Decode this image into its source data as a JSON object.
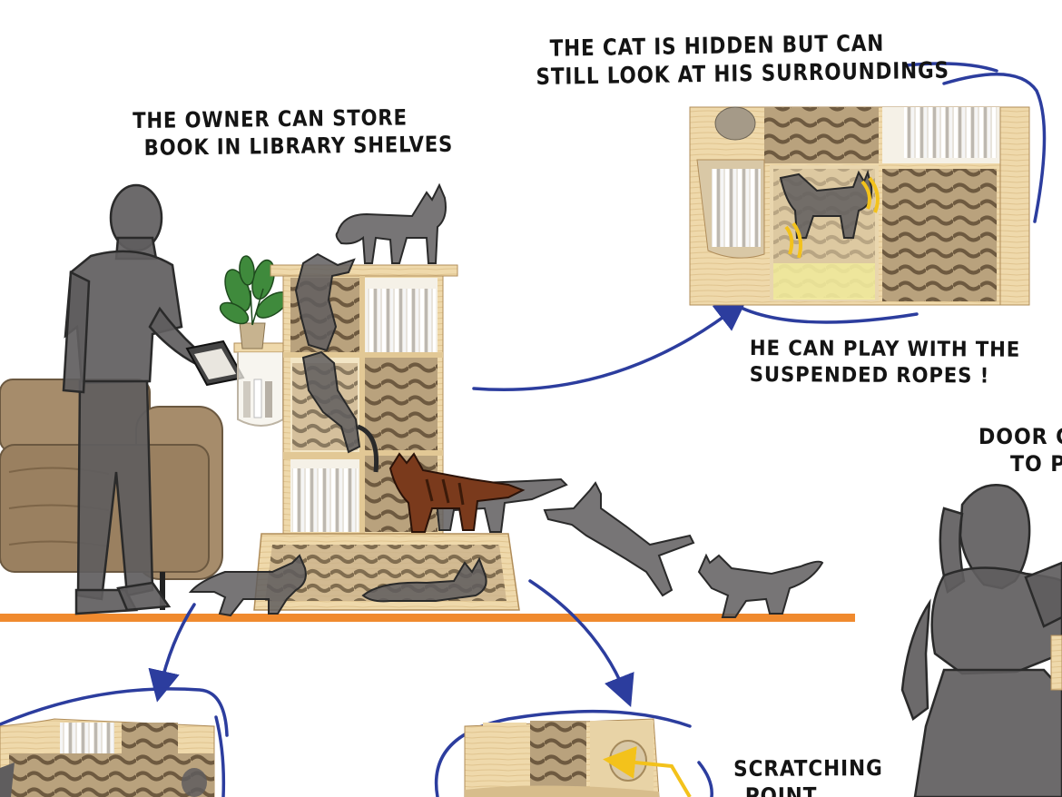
{
  "annotations": {
    "owner": {
      "line1": "THE OWNER CAN STORE",
      "line2": "BOOK IN LIBRARY SHELVES"
    },
    "hidden": {
      "line1": "THE CAT IS HIDDEN BUT CAN",
      "line2": "STILL LOOK AT HIS SURROUNDINGS"
    },
    "ropes": {
      "line1": "HE CAN PLAY WITH THE",
      "line2": "SUSPENDED ROPES !"
    },
    "door": {
      "line1": "DOOR CA",
      "line2": "TO P"
    },
    "scratching": {
      "line1": "SCRATCHING",
      "line2": "POINT"
    }
  },
  "colors": {
    "silhouette": "#5f5d5e",
    "silhouette_outline": "#2a2a2a",
    "wood": "#efd9ab",
    "wood_dark": "#c9a978",
    "panel_wave": "#8f7a5c",
    "floor": "#f08a2e",
    "arrow_blue": "#2c3d9e",
    "sofa": "#a68c6b",
    "sofa_dark": "#8a7253",
    "tabby": "#7a3a1c",
    "yellow_arrow": "#f3c21b",
    "plant": "#3f8a3c"
  },
  "icons": [
    "cat-silhouette",
    "person-silhouette",
    "plant",
    "book",
    "rope",
    "arrow"
  ]
}
